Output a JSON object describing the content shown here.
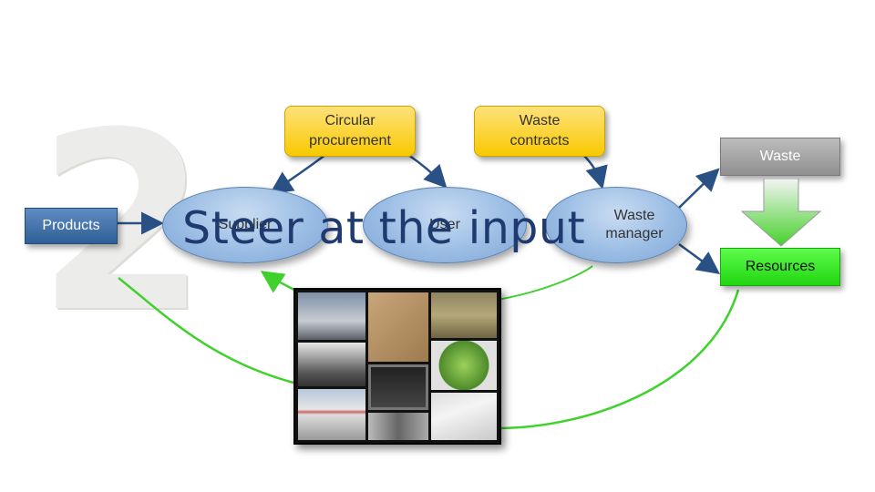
{
  "slide_number": "2",
  "title": "Steer at the input",
  "boxes": {
    "circular_procurement": "Circular procurement",
    "waste_contracts": "Waste contracts",
    "products": "Products",
    "waste": "Waste",
    "resources": "Resources"
  },
  "ellipses": {
    "supplier": "Supplier",
    "user": "User",
    "waste_manager": "Waste manager"
  },
  "colors": {
    "yellow_box": "#f7c900",
    "blue_box": "#2f5f96",
    "ellipse": "#9bbde4",
    "gray_box": "#9e9e9e",
    "green_box": "#21d611",
    "arrow_blue": "#2a5185",
    "arrow_green": "#3fd12c",
    "title": "#1f3a6e"
  }
}
